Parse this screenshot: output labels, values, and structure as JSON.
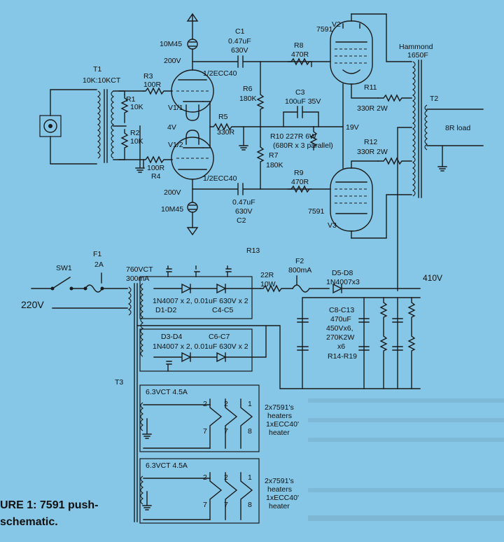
{
  "tube_input": {
    "transformer": "T1",
    "ratio": "10K:10KCT",
    "r1": "R1",
    "r1_val": "10K",
    "r2": "R2",
    "r2_val": "10K",
    "r3": "R3",
    "r3_val": "100R",
    "r4": "R4",
    "r4_val": "100R",
    "ccs_top": "10M45",
    "ccs_bottom": "10M45",
    "v_top": "200V",
    "v_bottom": "200V",
    "v_heater": "4V",
    "tube_top_type": "1/2ECC40",
    "tube_bottom_type": "1/2ECC40",
    "tube_top_name": "V1/1",
    "tube_bottom_name": "V1/2",
    "r5": "R5",
    "r5_val": "330R",
    "r6": "R6",
    "r6_val": "180K",
    "r7": "R7",
    "r7_val": "180K"
  },
  "coupling": {
    "c1": "C1",
    "c1_val": "0.47uF",
    "c1_volt": "630V",
    "c2": "C2",
    "c2_val": "0.47uF",
    "c2_volt": "630V",
    "c3": "C3",
    "c3_val": "100uF 35V",
    "r10": "R10 227R 6W",
    "r10_note": "(680R x 3 parallel)",
    "v_cathode": "19V"
  },
  "output_stage": {
    "tube_top_type": "7591",
    "tube_top_name": "V2",
    "tube_bottom_type": "7591",
    "tube_bottom_name": "V3",
    "r8": "R8",
    "r8_val": "470R",
    "r9": "R9",
    "r9_val": "470R",
    "r11": "R11",
    "r11_val": "330R 2W",
    "r12": "R12",
    "r12_val": "330R 2W",
    "ot_make": "Hammond",
    "ot_model": "1650F",
    "ot_name": "T2",
    "load": "8R load"
  },
  "power_supply": {
    "r13": "R13",
    "sw": "SW1",
    "f1": "F1",
    "f1_val": "2A",
    "mains": "220V",
    "t3_volt": "760VCT",
    "t3_current": "300mA",
    "t3_name": "T3",
    "r_series": "22R",
    "r_series_w": "10W",
    "f2": "F2",
    "f2_val": "800mA",
    "diodes_out": "D5-D8",
    "diodes_out_type": "1N4007x3",
    "b_plus": "410V",
    "d1_line1": "1N4007 x 2, 0.01uF 630V x 2",
    "d1_line2a": "D1-D2",
    "d1_line2b": "C4-C5",
    "d3_line1a": "D3-D4",
    "d3_line1b": "C6-C7",
    "d3_line2": "1N4007 x 2, 0.01uF 630V x 2",
    "caps_1": "C8-C13",
    "caps_2": "470uF",
    "caps_3": "450Vx6,",
    "caps_4": "270K2W",
    "caps_5": "x6",
    "caps_6": "R14-R19"
  },
  "heaters": [
    {
      "winding": "6.3VCT 4.5A",
      "pins_top": [
        "2",
        "2",
        "1"
      ],
      "pins_bottom": [
        "7",
        "7",
        "8"
      ],
      "note_1": "2x7591's",
      "note_2": "heaters",
      "note_3": "1xECC40'",
      "note_4": "heater"
    },
    {
      "winding": "6.3VCT 4.5A",
      "pins_top": [
        "2",
        "2",
        "1"
      ],
      "pins_bottom": [
        "7",
        "7",
        "8"
      ],
      "note_1": "2x7591's",
      "note_2": "heaters",
      "note_3": "1xECC40'",
      "note_4": "heater"
    }
  ],
  "caption": {
    "line1": "URE 1: 7591 push-",
    "line2": "schematic."
  },
  "colors": {
    "paper": "#86c6e6",
    "ink": "#1a1a1a"
  }
}
